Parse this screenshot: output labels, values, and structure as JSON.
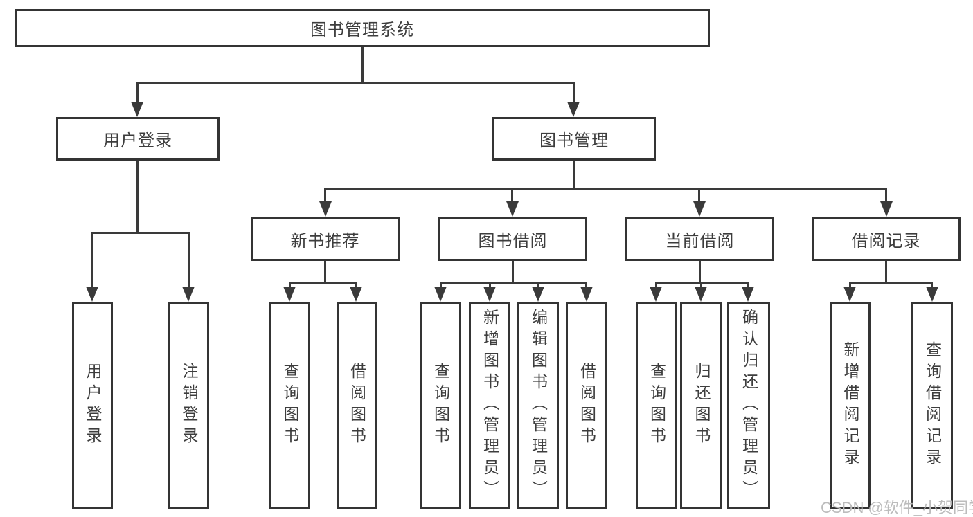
{
  "tree": {
    "root": {
      "label": "图书管理系统"
    },
    "branches": [
      {
        "label": "用户登录",
        "children": [
          {
            "label": "用户登录"
          },
          {
            "label": "注销登录"
          }
        ]
      },
      {
        "label": "图书管理",
        "children": [
          {
            "label": "新书推荐",
            "children": [
              {
                "label": "查询图书"
              },
              {
                "label": "借阅图书"
              }
            ]
          },
          {
            "label": "图书借阅",
            "children": [
              {
                "label": "查询图书"
              },
              {
                "label": "新增图书（管理员）"
              },
              {
                "label": "编辑图书（管理员）"
              },
              {
                "label": "借阅图书"
              }
            ]
          },
          {
            "label": "当前借阅",
            "children": [
              {
                "label": "查询图书"
              },
              {
                "label": "归还图书"
              },
              {
                "label": "确认归还（管理员）"
              }
            ]
          },
          {
            "label": "借阅记录",
            "children": [
              {
                "label": "新增借阅记录"
              },
              {
                "label": "查询借阅记录"
              }
            ]
          }
        ]
      }
    ]
  },
  "watermark": {
    "text": "CSDN @软件_小贺同学"
  },
  "colors": {
    "line": "#3a3a3a",
    "box_border": "#343434",
    "text": "#3d3d3d",
    "watermark": "#bcbcbc",
    "background": "#ffffff"
  }
}
